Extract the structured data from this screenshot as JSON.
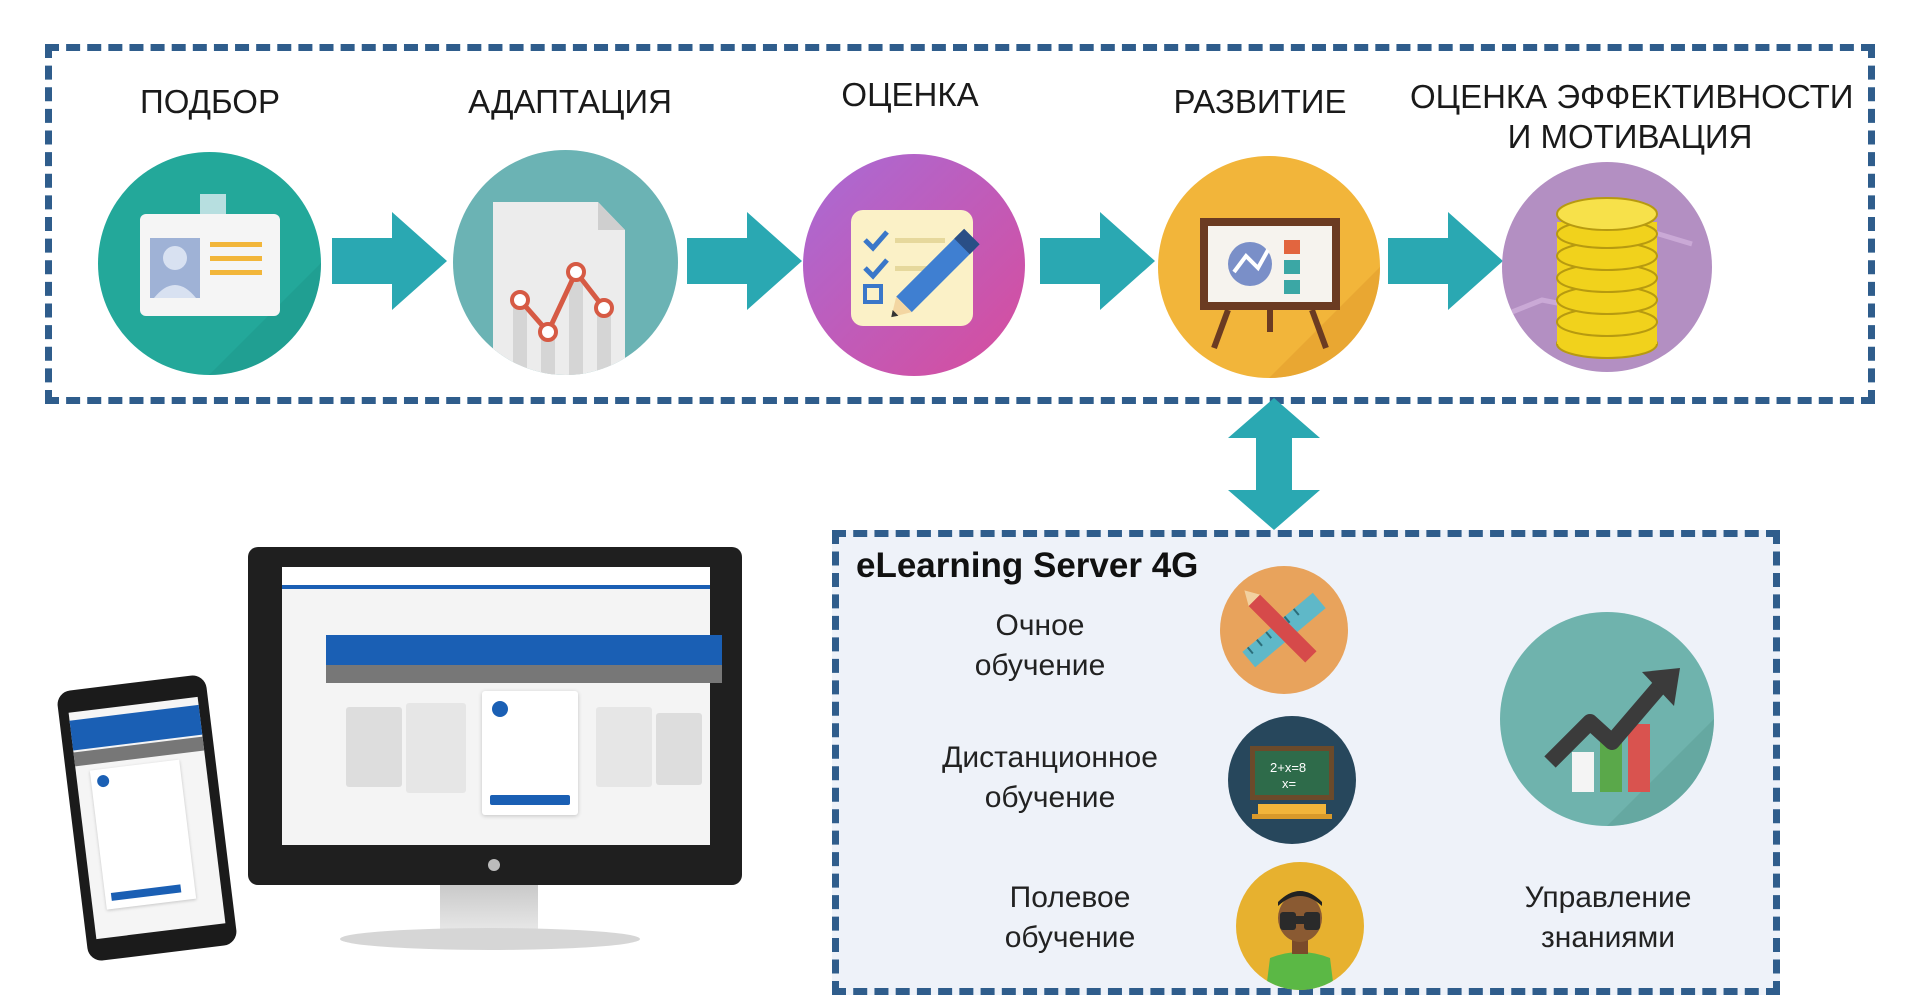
{
  "stages": [
    {
      "label": "ПОДБОР",
      "icon": "id-badge-icon"
    },
    {
      "label": "АДАПТАЦИЯ",
      "icon": "document-chart-icon"
    },
    {
      "label": "ОЦЕНКА",
      "icon": "checklist-pencil-icon"
    },
    {
      "label": "РАЗВИТИЕ",
      "icon": "presentation-board-icon"
    },
    {
      "label_line1": "ОЦЕНКА ЭФФЕКТИВНОСТИ",
      "label_line2": "И МОТИВАЦИЯ",
      "icon": "coin-stack-icon"
    }
  ],
  "server": {
    "title": "eLearning Server 4G",
    "modes": [
      {
        "line1": "Очное",
        "line2": "обучение",
        "icon": "pencil-ruler-icon"
      },
      {
        "line1": "Дистанционное",
        "line2": "обучение",
        "icon": "blackboard-laptop-icon"
      },
      {
        "line1": "Полевое",
        "line2": "обучение",
        "icon": "binoculars-person-icon"
      }
    ],
    "knowledge": {
      "line1": "Управление",
      "line2": "знаниями",
      "icon": "growth-chart-icon"
    }
  },
  "colors": {
    "dash": "#2f5d8c",
    "arrow": "#2aa8b2",
    "panel_bg": "#eef2f9"
  }
}
